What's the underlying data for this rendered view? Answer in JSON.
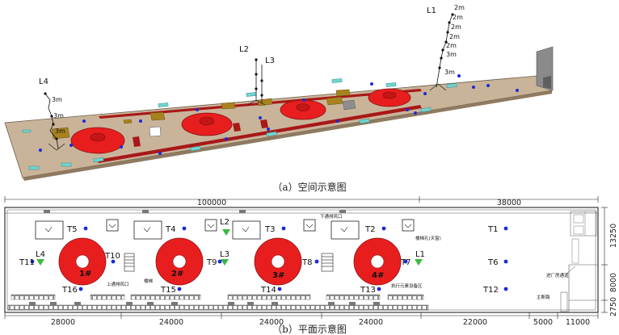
{
  "captions": {
    "top": "（a）空间示意图",
    "bottom": "（b）平面示意图"
  },
  "perspective": {
    "lines": [
      {
        "name": "L1",
        "marks": [
          "2m",
          "2m",
          "2m",
          "2m",
          "2m",
          "3m",
          "3m"
        ]
      },
      {
        "name": "L2",
        "marks": []
      },
      {
        "name": "L3",
        "marks": []
      },
      {
        "name": "L4",
        "marks": [
          "3m",
          "3m",
          "3m"
        ]
      }
    ]
  },
  "plan": {
    "tanks": [
      "1#",
      "2#",
      "3#",
      "4#"
    ],
    "sensors_t": [
      "T1",
      "T2",
      "T3",
      "T4",
      "T5",
      "T6",
      "T7",
      "T8",
      "T9",
      "T10",
      "T11",
      "T12",
      "T13",
      "T14",
      "T15",
      "T16"
    ],
    "sensors_l": [
      "L1",
      "L2",
      "L3",
      "L4"
    ],
    "dims_top": [
      "100000",
      "38000"
    ],
    "dims_bottom": [
      "28000",
      "24000",
      "24000",
      "24000",
      "22000",
      "5000",
      "11000"
    ],
    "dims_right": [
      "13250",
      "8000",
      "2750"
    ],
    "notes": {
      "lower_vent": "下通排风口",
      "upper_vent": "上通排风口",
      "stair_a": "楼梯",
      "stair_b": "楼梯孔(天窗)",
      "equipment": "执行元素设备区",
      "main_door": "主断路",
      "entrance": "进厂房通道"
    }
  },
  "colors": {
    "tank_red": "#e81e1e",
    "floor": "#c9b49a",
    "beam": "#a81818",
    "sensor_t": "#1a2bd6",
    "sensor_l": "#3cb844",
    "vent": "#6fd6d0",
    "panel": "#a8821e"
  }
}
